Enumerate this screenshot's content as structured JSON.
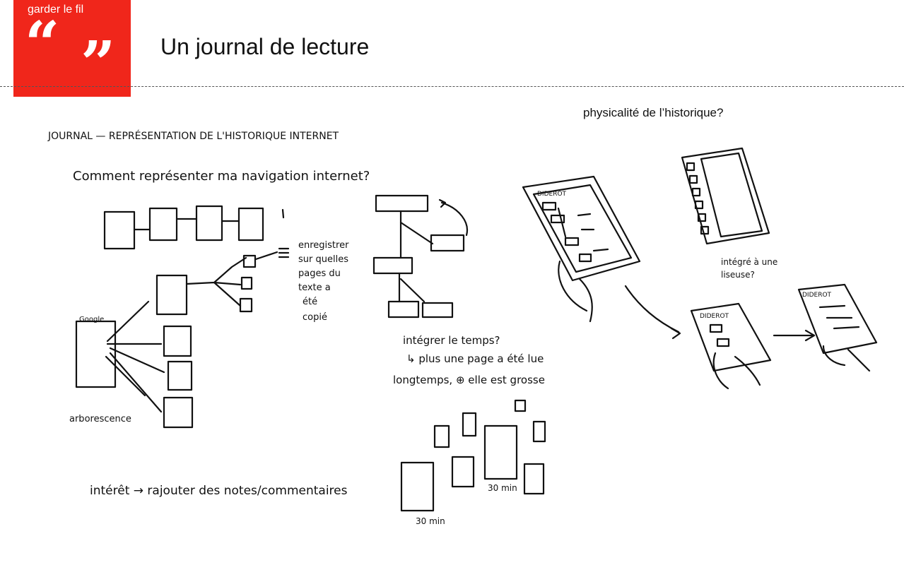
{
  "header": {
    "brand": "garder le fil",
    "quote_open": "“",
    "quote_close": "”",
    "title": "Un journal de lecture"
  },
  "caption": "physicalité de l’historique?",
  "sketch_notes": {
    "heading": "JOURNAL — REPRÉSENTATION DE L'HISTORIQUE INTERNET",
    "question": "Comment représenter ma navigation internet?",
    "register": [
      "enregistrer",
      "sur quelles",
      "pages du",
      "texte a",
      "été",
      "copié"
    ],
    "google": "Google",
    "tree": "arborescence",
    "interest": "intérêt → rajouter des notes/commentaires",
    "time": "intégrer le temps?",
    "time_detail1": "↳ plus une page a été lue",
    "time_detail2": "longtemps, ⊕ elle est grosse",
    "time_30a": "30 min",
    "time_30b": "30 min",
    "device_label1": "DIDEROT",
    "device_label2": "DIDEROT",
    "device_label3": "DIDEROT",
    "ereader": [
      "intégré à une",
      "liseuse?"
    ]
  },
  "colors": {
    "brand_red": "#f0261b",
    "text": "#111111"
  }
}
